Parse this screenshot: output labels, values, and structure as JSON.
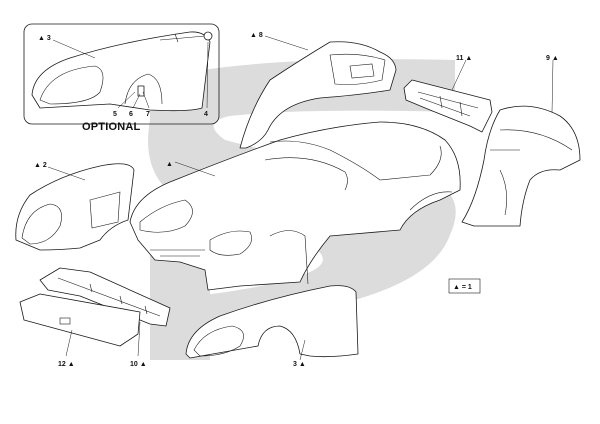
{
  "diagram": {
    "optional_label": "OPTIONAL",
    "legend_text": "▲ = 1",
    "callouts": {
      "c1": "▲",
      "c2": "▲ 2",
      "c3": "▲ 3",
      "c3b": "3 ▲",
      "c4": "4",
      "c5": "5",
      "c6": "6",
      "c7": "7",
      "c8": "▲ 8",
      "c9": "9 ▲",
      "c10": "10 ▲",
      "c11": "11 ▲",
      "c12": "12 ▲"
    },
    "colors": {
      "line": "#1a1a1a",
      "watermark": "#dcdcdc",
      "background": "#ffffff"
    }
  }
}
